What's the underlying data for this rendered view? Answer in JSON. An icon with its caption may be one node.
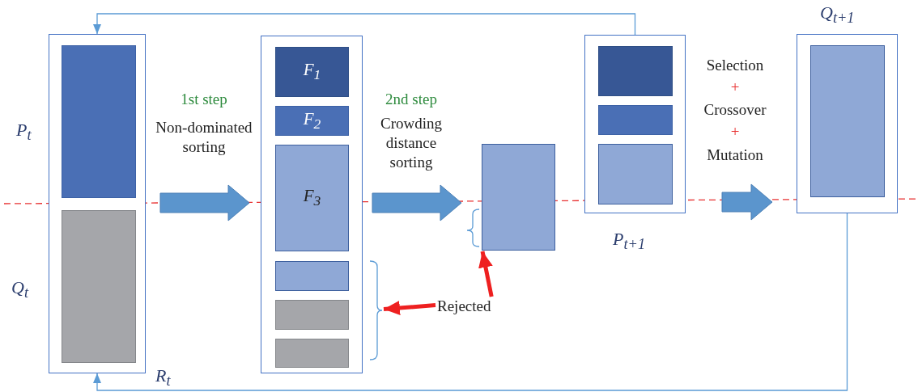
{
  "diagram": {
    "nodes": [
      {
        "text": [],
        "shape": "box",
        "beside": [
          "R$_{t}$"
        ]
      },
      {
        "text": [],
        "shape": "box",
        "in": 0,
        "beside": [
          "P$_{t}$"
        ]
      },
      {
        "text": [],
        "shape": "box",
        "in": 0,
        "beside": [
          "Q$_{t}$"
        ]
      },
      {
        "text": [],
        "shape": "box"
      },
      {
        "text": [
          "F$_{1}$"
        ],
        "in": 3
      },
      {
        "text": [
          "F$_{2}$"
        ],
        "in": 3
      },
      {
        "text": [
          "F$_{3}$"
        ],
        "in": 3
      },
      {
        "text": [],
        "shape": "box",
        "in": 3
      },
      {
        "text": [],
        "shape": "box",
        "in": 3
      },
      {
        "text": [],
        "shape": "box",
        "in": 3
      },
      {
        "text": [],
        "shape": "box"
      },
      {
        "text": [],
        "shape": "box",
        "beside": [
          "P$_{t+1}$"
        ]
      },
      {
        "text": [],
        "shape": "box",
        "in": 11
      },
      {
        "text": [],
        "shape": "box",
        "in": 11
      },
      {
        "text": [],
        "shape": "box",
        "in": 11
      },
      {
        "text": [],
        "shape": "box",
        "beside": [
          "Q$_{t+1}$"
        ]
      },
      {
        "text": [],
        "shape": "box",
        "in": 15
      },
      {
        "text": [
          "Rejected"
        ]
      }
    ],
    "edges": [
      {
        "from": 0,
        "to": 3,
        "arrow": "to",
        "style": "thick"
      },
      {
        "from": 3,
        "to": 10,
        "arrow": "to",
        "style": "thick"
      },
      {
        "from": 11,
        "to": 15,
        "arrow": "to",
        "style": "thick"
      },
      {
        "from": 11,
        "to": 0,
        "arrow": "to"
      },
      {
        "from": 15,
        "to": 0,
        "arrow": "to"
      },
      {
        "from": 17,
        "to": 3,
        "arrow": "to",
        "style": "thick",
        "color": "#ee2020"
      },
      {
        "from": 17,
        "to": 10,
        "arrow": "to",
        "style": "thick",
        "color": "#ee2020"
      }
    ],
    "labels": [
      "1st step",
      "Non-dominated sorting",
      "2nd step",
      "Crowding distance sorting",
      "Selection",
      "+",
      "Crossover",
      "+",
      "Mutation"
    ]
  }
}
